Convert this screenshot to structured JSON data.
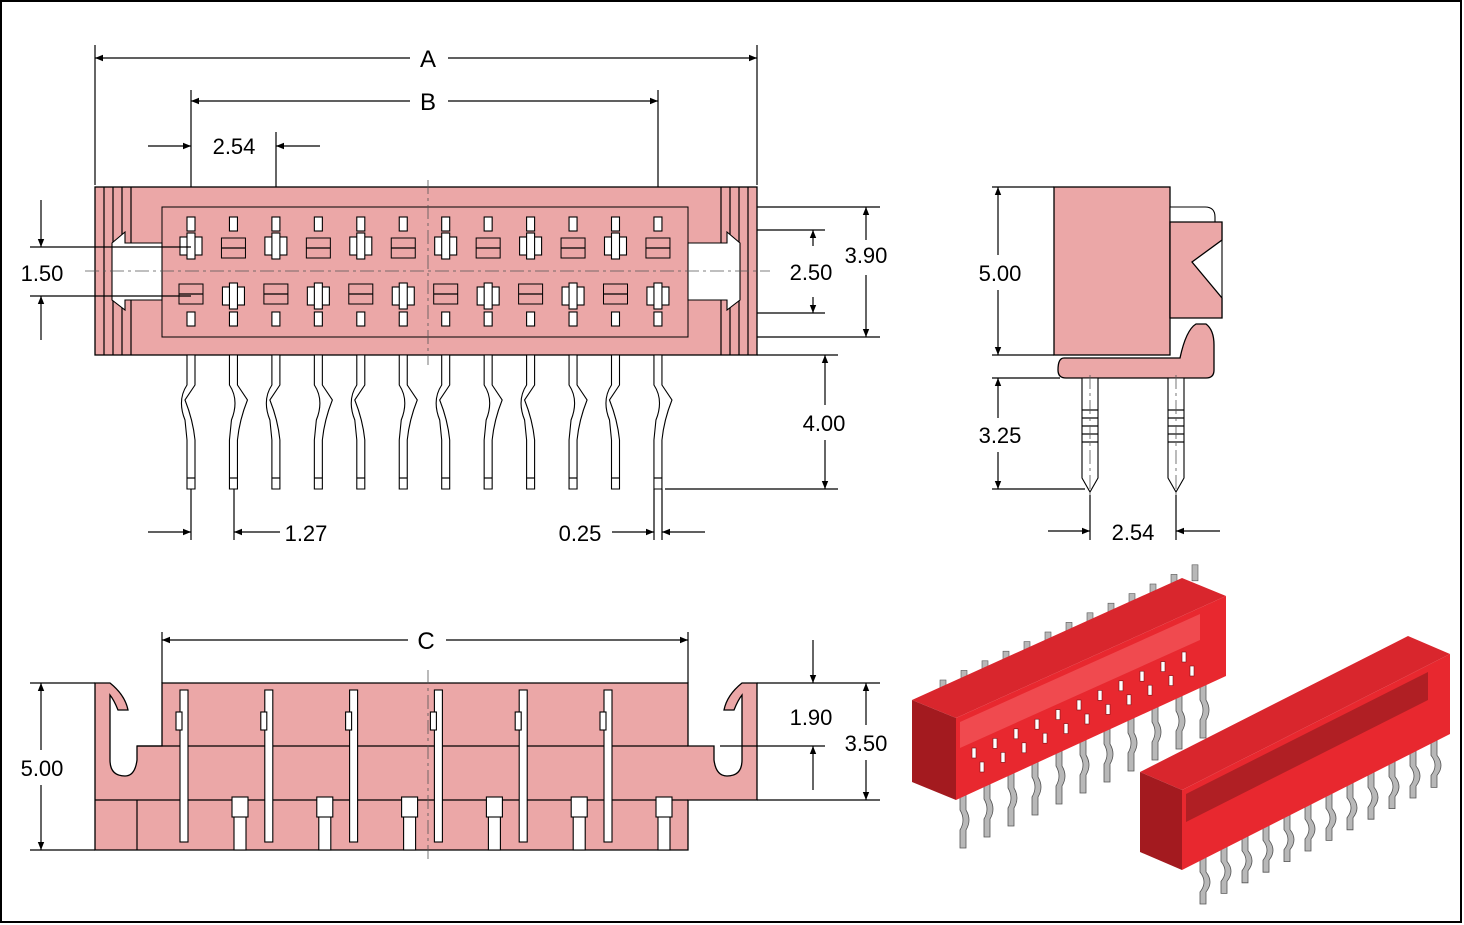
{
  "front_view": {
    "dim_a": "A",
    "dim_b": "B",
    "pitch": "2.54",
    "height_1": "1.50",
    "height_2": "2.50",
    "height_3": "3.90",
    "lead_length": "4.00",
    "lead_pitch": "1.27",
    "lead_width": "0.25"
  },
  "side_view": {
    "body_height": "5.00",
    "lead_length": "3.25",
    "row_pitch": "2.54"
  },
  "bottom_view": {
    "dim_c": "C",
    "overall_height": "5.00",
    "height_1": "1.90",
    "height_2": "3.50"
  },
  "colors": {
    "body": "#eba7a7",
    "render_red": "#e8282f",
    "render_dark": "#a31a1f",
    "pin_metal": "#b8b8b8"
  }
}
